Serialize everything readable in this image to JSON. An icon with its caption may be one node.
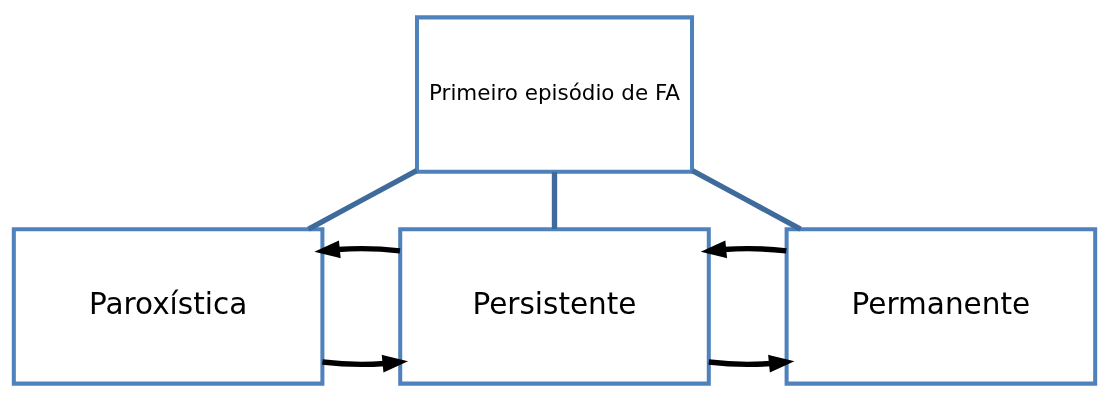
{
  "diagram": {
    "nodes": [
      {
        "text": [
          "Primeiro episódio de FA"
        ]
      },
      {
        "text": [
          "Paroxística"
        ]
      },
      {
        "text": [
          "Persistente"
        ]
      },
      {
        "text": [
          "Permanente"
        ]
      }
    ],
    "edges": [
      {
        "from": 0,
        "to": 1,
        "arrow": "none",
        "color": "#3f6a9c"
      },
      {
        "from": 0,
        "to": 2,
        "arrow": "none",
        "color": "#3f6a9c"
      },
      {
        "from": 0,
        "to": 3,
        "arrow": "none",
        "color": "#3f6a9c"
      },
      {
        "from": 1,
        "to": 2,
        "arrow": "to"
      },
      {
        "from": 2,
        "to": 1,
        "arrow": "to"
      },
      {
        "from": 2,
        "to": 3,
        "arrow": "to"
      },
      {
        "from": 3,
        "to": 2,
        "arrow": "to"
      }
    ]
  }
}
